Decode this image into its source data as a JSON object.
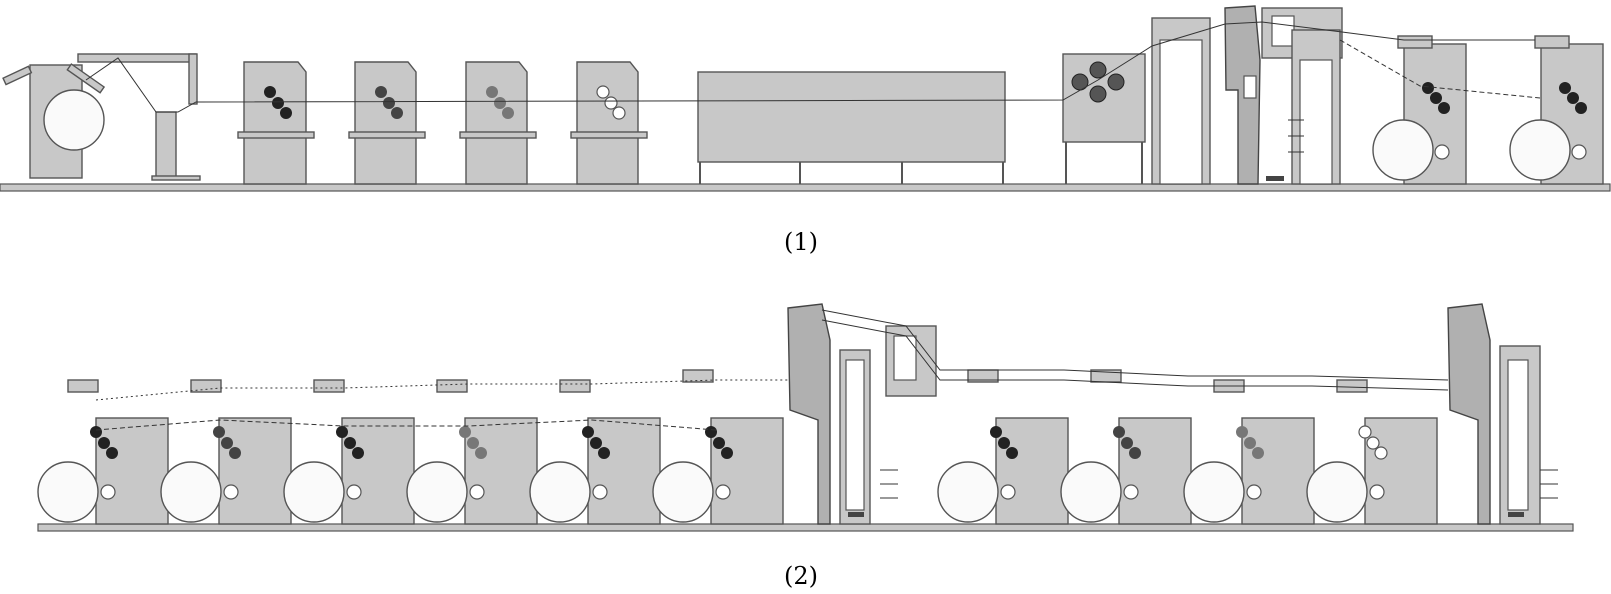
{
  "captions": {
    "top": "(1)",
    "bottom": "(2)"
  },
  "colors": {
    "frame": "#c8c8c8",
    "outline": "#555555",
    "web": "#333333",
    "roll": "#fafafa"
  },
  "row1": {
    "print_unit_cylinders": [
      "black",
      "dark-grey",
      "grey",
      "white"
    ]
  },
  "row2": {
    "print_unit_cylinders": [
      "black",
      "dark-grey",
      "black",
      "grey",
      "black",
      "black",
      "black",
      "dark-grey",
      "grey",
      "white"
    ]
  }
}
